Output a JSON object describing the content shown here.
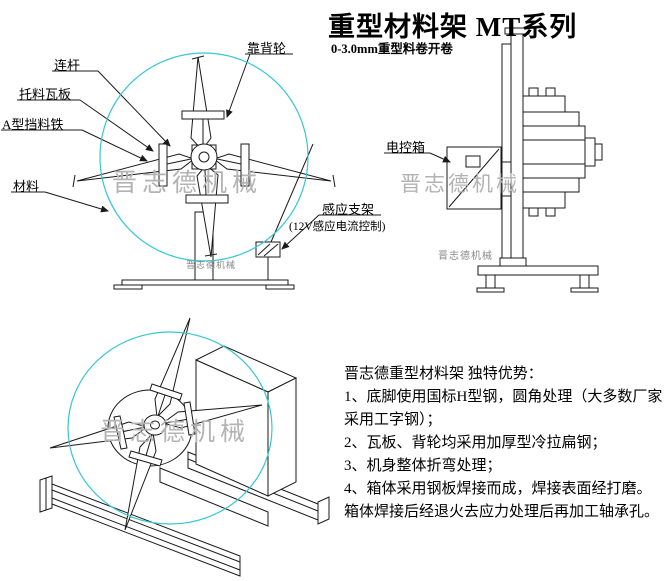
{
  "header": {
    "title": "重型材料架  MT系列",
    "subtitle": "0-3.0mm重型料卷开卷"
  },
  "front_view": {
    "labels": {
      "connecting_rod": "连杆",
      "support_plate": "托料瓦板",
      "a_type_stop": "A型挡料铁",
      "material": "材料",
      "back_wheel": "靠背轮",
      "sensor_bracket": "感应支架",
      "sensor_note": "(12V感应电流控制)"
    },
    "watermark": "晋志德机械",
    "base_text": "晋志德机械"
  },
  "side_view": {
    "labels": {
      "control_box": "电控箱"
    },
    "watermark": "晋志德机械",
    "body_text": "晋志德机械"
  },
  "iso_view": {
    "watermark": "晋志德机械"
  },
  "advantages": {
    "heading": "晋志德重型材料架 独特优势：",
    "items": [
      "1、底脚使用国标H型钢，圆角处理（大多数厂家采用工字钢）；",
      "2、瓦板、背轮均采用加厚型冷拉扁钢；",
      "3、机身整体折弯处理；",
      "4、箱体采用钢板焊接而成，焊接表面经打磨。箱体焊接后经退火去应力处理后再加工轴承孔。"
    ]
  },
  "colors": {
    "line": "#1a1a1a",
    "accent_cyan": "#35c8d2",
    "watermark": "#b3b3b3"
  }
}
